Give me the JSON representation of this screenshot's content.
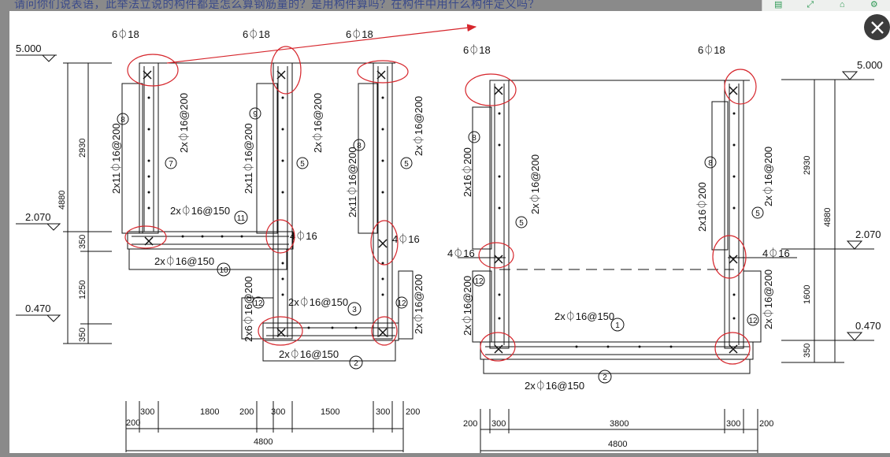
{
  "page": {
    "question_text": "请问你们说表语，此举法立说的构件都是怎么算钢筋量的？是用构件算吗？在构件中用什么构件定义吗？",
    "close_label": "×"
  },
  "toolbar": {
    "icons": [
      "note-icon",
      "expand-icon",
      "home-icon",
      "settings-icon"
    ]
  },
  "left": {
    "elev_top": "5.000",
    "elev_mid": "2.070",
    "elev_bot": "0.470",
    "dim_2930": "2930",
    "dim_4880": "4880",
    "dim_350a": "350",
    "dim_1250": "1250",
    "dim_350b": "350",
    "top_bar_1": "6⏀18",
    "top_bar_2": "6⏀18",
    "top_bar_3": "6⏀18",
    "w1_long": "2x11⏀16@200",
    "w1_short": "2x⏀16@200",
    "w2_long": "2x11⏀16@200",
    "w2_short": "2x⏀16@200",
    "w3_long": "2x11⏀16@200",
    "w3_short": "2x⏀16@200",
    "slab_top": "2x⏀16@150",
    "slab_bot": "2x⏀16@150",
    "corner_1": "4⏀16",
    "corner_2": "4⏀16",
    "low_wall_l": "2x6⏀16@200",
    "low_wall_r": "2x⏀16@200",
    "base_top": "2x⏀16@150",
    "base_bot": "2x⏀16@150",
    "marks": [
      "8",
      "7",
      "9",
      "5",
      "8",
      "5",
      "11",
      "10",
      "12",
      "3",
      "12",
      "2"
    ],
    "dims": [
      "200",
      "300",
      "1800",
      "200",
      "300",
      "1500",
      "300",
      "200"
    ],
    "dim_total": "4800"
  },
  "right": {
    "elev_top": "5.000",
    "elev_mid": "2.070",
    "elev_bot": "0.470",
    "dim_2930": "2930",
    "dim_4880": "4880",
    "dim_1600": "1600",
    "dim_350": "350",
    "top_bar_1": "6⏀18",
    "top_bar_2": "6⏀18",
    "w1_long": "2x16⏀200",
    "w1_short": "2x⏀16@200",
    "w2_long": "2x16⏀200",
    "w2_short": "2x⏀16@200",
    "corner_l": "4⏀16",
    "corner_r": "4⏀16",
    "low_l": "2x⏀16@200",
    "low_r": "2x⏀16@200",
    "base_top": "2x⏀16@150",
    "base_bot": "2x⏀16@150",
    "marks": [
      "8",
      "5",
      "8",
      "5",
      "12",
      "12",
      "1",
      "2"
    ],
    "dims": [
      "200",
      "300",
      "3800",
      "300",
      "200"
    ],
    "dim_total": "4800"
  },
  "colors": {
    "annotation": "#d6262c",
    "line": "#111111",
    "backdrop": "#8a8a8a"
  }
}
